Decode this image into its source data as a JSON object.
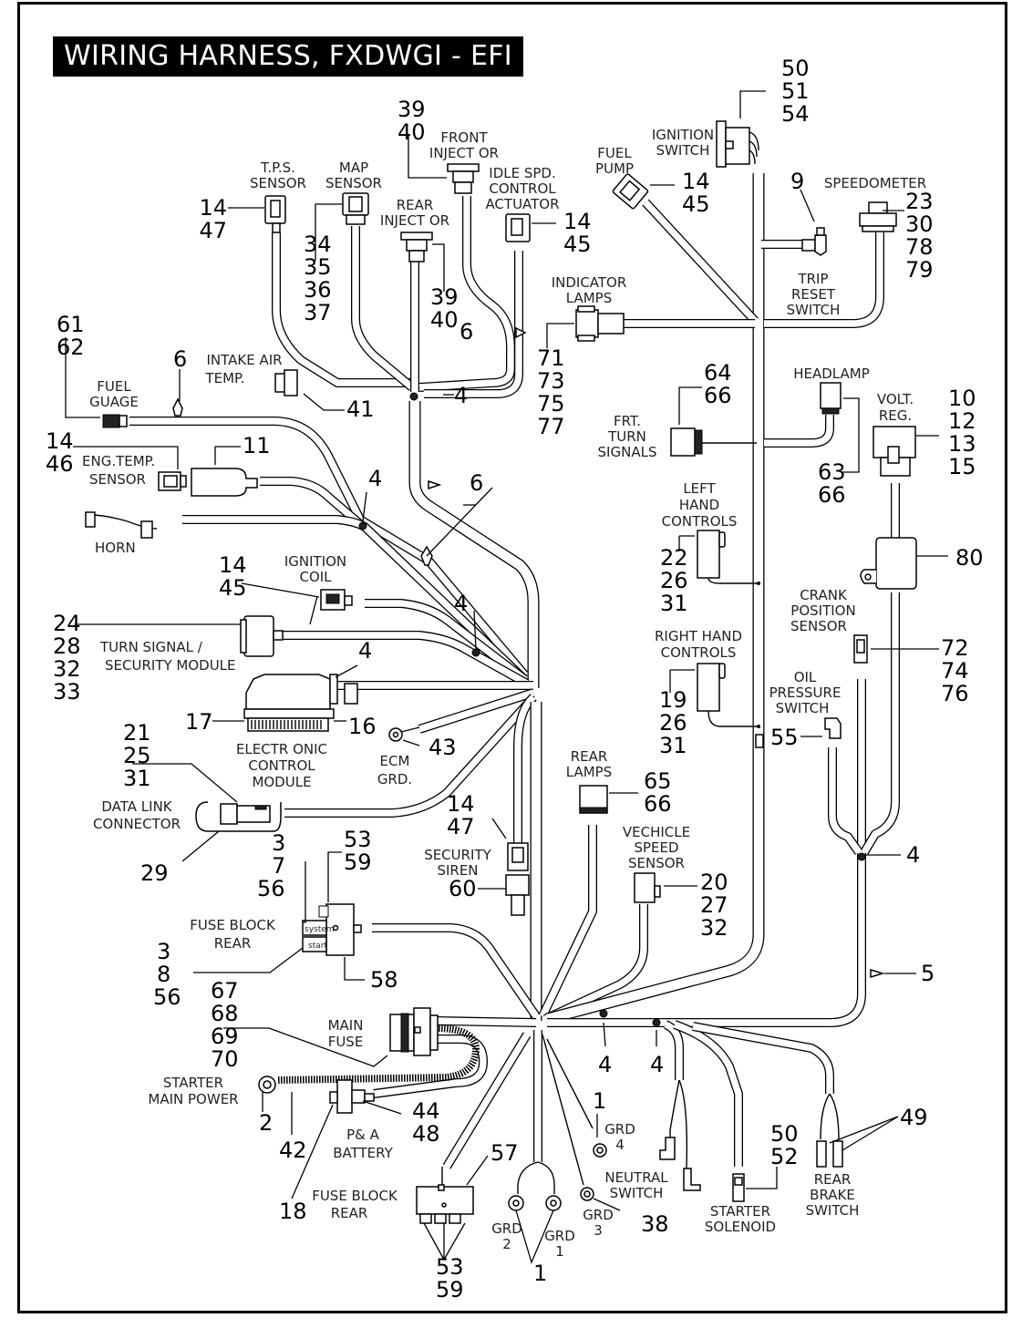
{
  "title": "WIRING HARNESS, FXDWGI - EFI",
  "components": {
    "tps_sensor": {
      "label": [
        "T.P.S.",
        "SENSOR"
      ],
      "refs": [
        "14",
        "47"
      ]
    },
    "map_sensor": {
      "label": [
        "MAP",
        "SENSOR"
      ],
      "refs": [
        "34",
        "35",
        "36",
        "37"
      ]
    },
    "front_injector": {
      "label": [
        "FRONT",
        "INJECT OR"
      ],
      "refs": [
        "39",
        "40"
      ]
    },
    "rear_injector": {
      "label": [
        "REAR",
        "INJECT OR"
      ],
      "refs": [
        "39",
        "40"
      ]
    },
    "idle_speed_control": {
      "label": [
        "IDLE  SPD.",
        "CONTROL",
        "ACTUATOR"
      ],
      "refs": [
        "14",
        "45"
      ]
    },
    "fuel_pump": {
      "label": [
        "FUEL",
        "PUMP"
      ],
      "refs": [
        "14",
        "45"
      ]
    },
    "ignition_switch": {
      "label": [
        "IGNITION",
        "SWITCH"
      ],
      "refs": [
        "50",
        "51",
        "54"
      ]
    },
    "trip_reset_switch": {
      "label": [
        "TRIP",
        "RESET",
        "SWITCH"
      ],
      "refs": [
        "9"
      ]
    },
    "speedometer": {
      "label": [
        "SPEEDOMETER"
      ],
      "refs": [
        "23",
        "30",
        "78",
        "79"
      ]
    },
    "indicator_lamps": {
      "label": [
        "INDICATOR",
        "LAMPS"
      ],
      "refs": [
        "71",
        "73",
        "75",
        "77"
      ]
    },
    "fuel_gauge": {
      "label": [
        "FUEL",
        "GUAGE"
      ],
      "refs": [
        "61",
        "62"
      ]
    },
    "intake_air_temp": {
      "label": [
        "INTAKE   AIR",
        "TEMP."
      ],
      "refs": [
        "41"
      ]
    },
    "eng_temp_sensor": {
      "label": [
        "ENG.TEMP.",
        "SENSOR"
      ],
      "refs": [
        "14",
        "46"
      ]
    },
    "part_11": {
      "refs": [
        "11"
      ]
    },
    "horn": {
      "label": [
        "HORN"
      ]
    },
    "ignition_coil": {
      "label": [
        "IGNITION",
        "COIL"
      ],
      "refs": [
        "14",
        "45"
      ]
    },
    "turn_signal_security_module": {
      "label": [
        "TURN SIGNAL /",
        "SECURITY MODULE"
      ],
      "refs": [
        "24",
        "28",
        "32",
        "33"
      ]
    },
    "ecm": {
      "label": [
        "ELECTR ONIC",
        "CONTROL",
        "MODULE"
      ],
      "refs_left": [
        "17"
      ],
      "refs_right": [
        "16"
      ]
    },
    "ecm_ground": {
      "label": [
        "ECM",
        "GRD."
      ],
      "refs": [
        "43"
      ]
    },
    "data_link_connector": {
      "label": [
        "DATA LINK",
        "CONNECTOR"
      ],
      "refs": [
        "21",
        "25",
        "31"
      ],
      "cap_ref": [
        "29"
      ]
    },
    "frt_turn_signals": {
      "label": [
        "FRT.",
        "TURN",
        "SIGNALS"
      ],
      "refs": [
        "64",
        "66"
      ]
    },
    "headlamp": {
      "label": [
        "HEADLAMP"
      ],
      "refs": [
        "63",
        "66"
      ]
    },
    "volt_reg": {
      "label": [
        "VOLT.",
        "REG."
      ],
      "refs": [
        "10",
        "12",
        "13",
        "15"
      ]
    },
    "part_80": {
      "refs": [
        "80"
      ]
    },
    "left_hand_controls": {
      "label": [
        "LEFT",
        "HAND",
        "CONTROLS"
      ],
      "refs": [
        "22",
        "26",
        "31"
      ]
    },
    "right_hand_controls": {
      "label": [
        "RIGHT HAND",
        "CONTROLS"
      ],
      "refs": [
        "19",
        "26",
        "31"
      ]
    },
    "crank_position_sensor": {
      "label": [
        "CRANK",
        "POSITION",
        "SENSOR"
      ],
      "refs": [
        "72",
        "74",
        "76"
      ]
    },
    "oil_pressure_switch": {
      "label": [
        "OIL",
        "PRESSURE",
        "SWITCH"
      ],
      "refs": [
        "55"
      ]
    },
    "rear_lamps": {
      "label": [
        "REAR",
        "LAMPS"
      ],
      "refs": [
        "65",
        "66"
      ]
    },
    "security_siren": {
      "label": [
        "SECURITY",
        "SIREN"
      ],
      "refs_top": [
        "14",
        "47"
      ],
      "refs": [
        "60"
      ]
    },
    "vehicle_speed_sensor": {
      "label": [
        "VECHICLE",
        "SPEED",
        "SENSOR"
      ],
      "refs": [
        "20",
        "27",
        "32"
      ]
    },
    "fuse_block_rear_upper": {
      "label": [
        "FUSE BLOCK",
        "REAR"
      ],
      "system_label": "system",
      "start_label": "start",
      "refs_system": [
        "3",
        "7",
        "56"
      ],
      "refs_top": [
        "53",
        "59"
      ],
      "refs_start": [
        "3",
        "8",
        "56"
      ],
      "refs_bottom": [
        "58"
      ]
    },
    "main_fuse": {
      "label": [
        "MAIN",
        "FUSE"
      ],
      "refs": [
        "67",
        "68",
        "69",
        "70"
      ]
    },
    "starter_main_power": {
      "label": [
        "STARTER",
        "MAIN POWER"
      ],
      "refs_terminal": [
        "2"
      ],
      "refs_cable": [
        "42"
      ]
    },
    "pa_battery": {
      "label": [
        "P& A",
        "BATTERY"
      ],
      "refs": [
        "44",
        "48"
      ],
      "boot_ref": [
        "18"
      ]
    },
    "fuse_block_rear_lower": {
      "label": [
        "FUSE BLOCK",
        "REAR"
      ],
      "refs_top": [
        "57"
      ],
      "refs_bottom": [
        "53",
        "59"
      ]
    },
    "grounds": {
      "grd1": [
        "GRD",
        "1"
      ],
      "grd2": [
        "GRD",
        "2"
      ],
      "grd3": [
        "GRD",
        "3"
      ],
      "grd4": [
        "GRD",
        "4"
      ],
      "ref_grd12": [
        "1"
      ],
      "ref_grd4": [
        "1"
      ],
      "ref_grd3": [
        "38"
      ]
    },
    "neutral_switch": {
      "label": [
        "NEUTRAL",
        "SWITCH"
      ]
    },
    "starter_solenoid": {
      "label": [
        "STARTER",
        "SOLENOID"
      ],
      "refs": [
        "50",
        "52"
      ]
    },
    "rear_brake_switch": {
      "label": [
        "REAR",
        "BRAKE",
        "SWITCH"
      ],
      "refs": [
        "49"
      ]
    }
  },
  "clips": {
    "clip_4": "4",
    "clip_5": "5",
    "clip_6": "6"
  }
}
